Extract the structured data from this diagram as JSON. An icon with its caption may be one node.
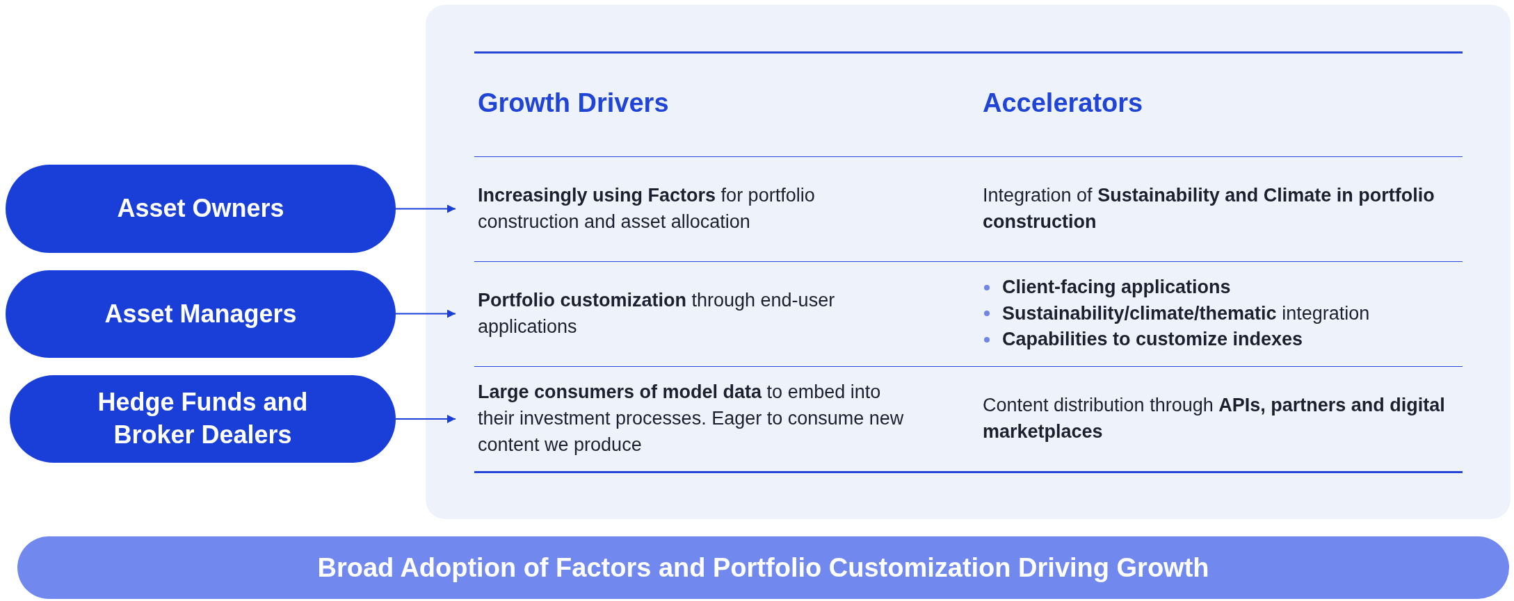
{
  "diagram": {
    "nodes": [
      {
        "text": [
          "Asset Owners"
        ]
      },
      {
        "text": [
          "Asset Managers"
        ]
      },
      {
        "text": [
          "Hedge Funds and Broker Dealers"
        ]
      },
      {
        "text": [
          "Growth Drivers",
          "Accelerators"
        ]
      },
      {
        "text": [
          "**Increasingly using Factors** for portfolio construction and asset allocation"
        ],
        "in": 3
      },
      {
        "text": [
          "**Portfolio customization** through end-user applications"
        ],
        "in": 3
      },
      {
        "text": [
          "**Large consumers of model data** to embed into their investment processes. Eager to consume new content we produce"
        ],
        "in": 3
      },
      {
        "text": [
          "Integration of **Sustainability and Climate in portfolio construction**"
        ],
        "in": 3
      },
      {
        "text": [
          "**Client-facing applications**",
          "**Sustainability/climate/thematic** integration",
          "**Capabilities to customize indexes**"
        ],
        "in": 3
      },
      {
        "text": [
          "Content distribution through **APIs, partners and digital marketplaces**"
        ],
        "in": 3
      },
      {
        "text": [
          "Broad Adoption of Factors and Portfolio Customization Driving Growth"
        ]
      }
    ],
    "edges": [
      {
        "from": 0,
        "to": 4,
        "arrow": "to"
      },
      {
        "from": 1,
        "to": 5,
        "arrow": "to"
      },
      {
        "from": 2,
        "to": 6,
        "arrow": "to"
      }
    ]
  }
}
